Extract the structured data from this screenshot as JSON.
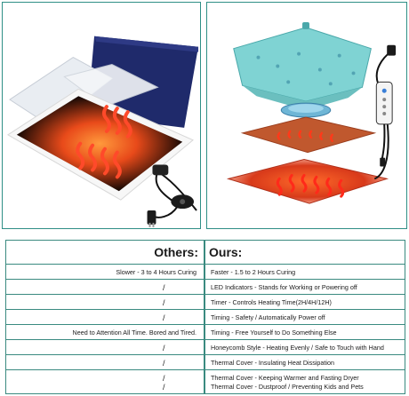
{
  "comparison": {
    "others_title": "Others:",
    "ours_title": "Ours:",
    "rows": [
      {
        "others": "Slower - 3 to 4 Hours Curing",
        "ours": "Faster - 1.5 to 2 Hours Curing"
      },
      {
        "others": "/",
        "ours": "LED Indicators - Stands for Working or Powering off"
      },
      {
        "others": "/",
        "ours": "Timer - Controls Heating Time(2H/4H/12H)"
      },
      {
        "others": "/",
        "ours": "Timing - Safety / Automatically Power off"
      },
      {
        "others": "Need to Attention All Time. Bored and Tired.",
        "ours": "Timing - Free Yourself to Do Something Else"
      },
      {
        "others": "/",
        "ours": "Honeycomb Style - Heating Evenly / Safe to Touch with Hand"
      },
      {
        "others": "/",
        "ours": "Thermal Cover - Insulating Heat Dissipation"
      },
      {
        "others": "/",
        "ours": "Thermal Cover - Keeping Warmer and Fasting Dryer"
      },
      {
        "others": "/",
        "ours": "Thermal Cover - Dustproof / Preventing Kids and Pets"
      }
    ]
  },
  "colors": {
    "frame": "#2f8f86",
    "heat_red": "#e8321e",
    "glow": "#ff7a2a",
    "box_navy": "#1f2a6b",
    "cover_teal": "#7fd3d3"
  }
}
